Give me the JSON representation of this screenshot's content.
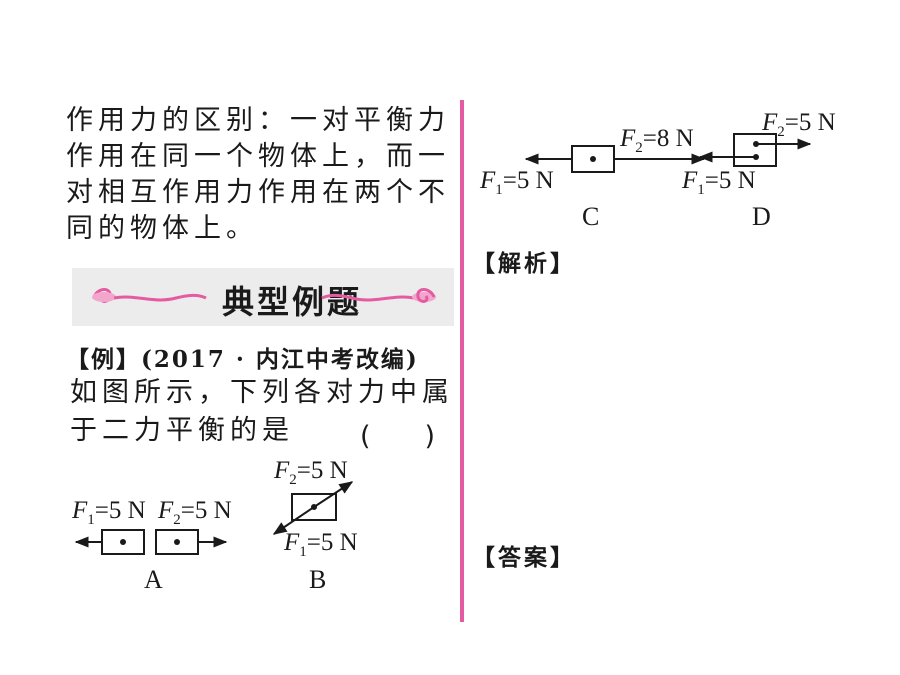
{
  "intro": {
    "lines": [
      "作用力的区别：一对平衡力",
      "作用在同一个物体上，而一",
      "对相互作用力作用在两个不",
      "同的物体上。"
    ]
  },
  "banner": {
    "title": "典型例题"
  },
  "example": {
    "tag": "【例】",
    "source": "(2017 · 内江中考改编)",
    "question_lines": [
      "如图所示，下列各对力中属",
      "于二力平衡的是"
    ],
    "answer_paren": "(　　)"
  },
  "figures": {
    "A": {
      "caption": "A",
      "f1": "F",
      "f1_sub": "1",
      "f1_val": "=5 N",
      "f2": "F",
      "f2_sub": "2",
      "f2_val": "=5 N"
    },
    "B": {
      "caption": "B",
      "f1": "F",
      "f1_sub": "1",
      "f1_val": "=5 N",
      "f2": "F",
      "f2_sub": "2",
      "f2_val": "=5 N"
    },
    "C": {
      "caption": "C",
      "f1": "F",
      "f1_sub": "1",
      "f1_val": "=5 N",
      "f2": "F",
      "f2_sub": "2",
      "f2_val": "=8 N"
    },
    "D": {
      "caption": "D",
      "f1": "F",
      "f1_sub": "1",
      "f1_val": "=5 N",
      "f2": "F",
      "f2_sub": "2",
      "f2_val": "=5 N"
    }
  },
  "sections": {
    "analysis": "【解析】",
    "answer": "【答案】"
  },
  "colors": {
    "divider": "#e55ba2",
    "banner_bg": "#ececec",
    "ornament": "#e55ba2"
  }
}
